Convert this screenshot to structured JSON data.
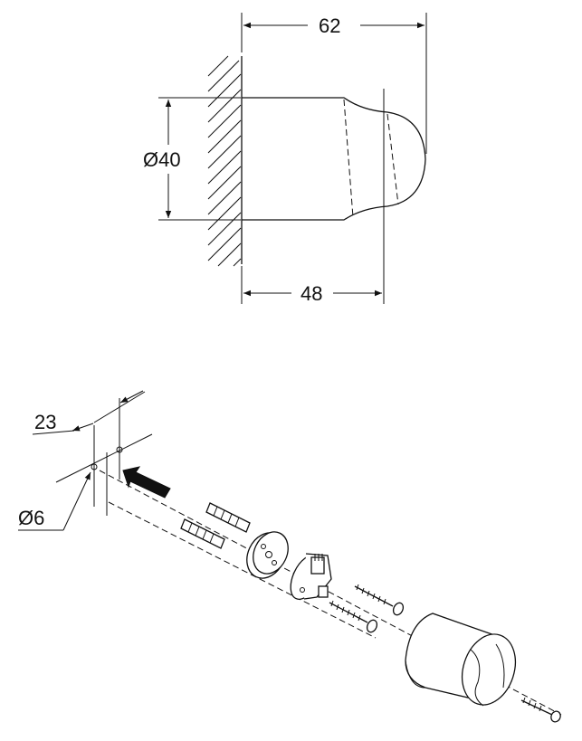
{
  "top_view": {
    "dim_overall_length": "62",
    "dim_diameter": "Ø40",
    "dim_base_length": "48"
  },
  "install_view": {
    "dim_hole_spacing": "23",
    "dim_hole_diameter": "Ø6"
  }
}
